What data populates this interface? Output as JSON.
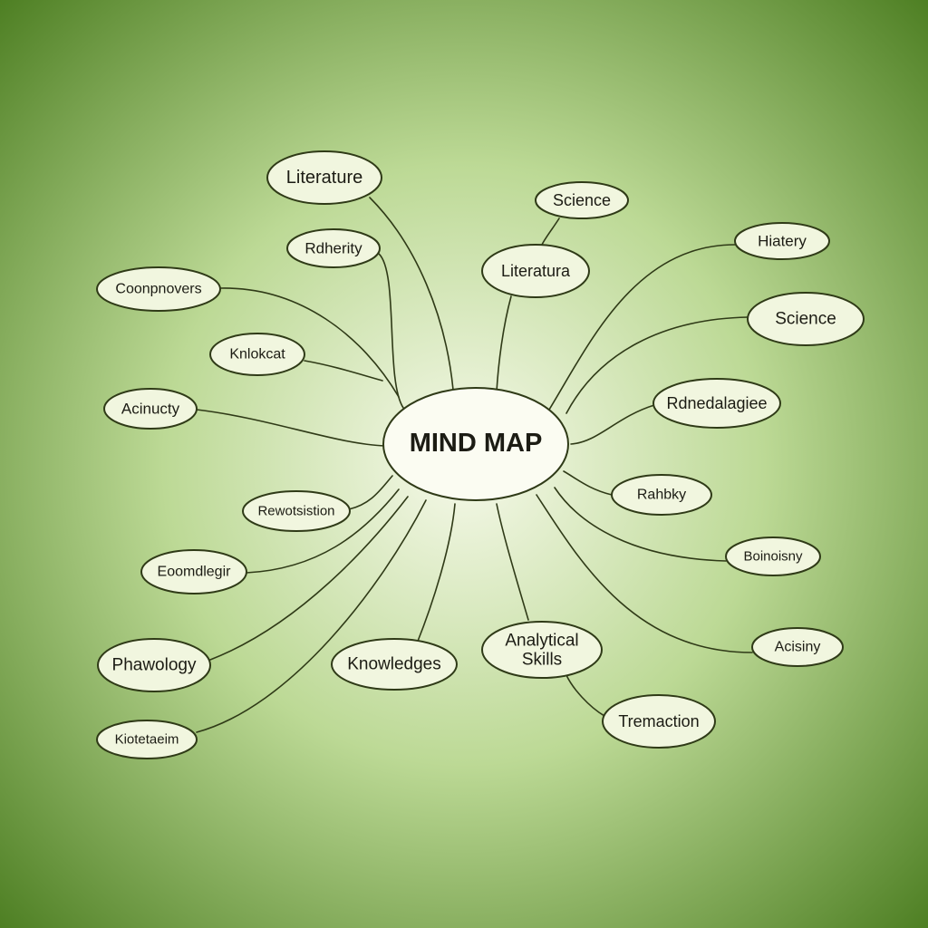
{
  "colors": {
    "background_center": "#f6f9ea",
    "background_mid": "#bcd995",
    "background_edge": "#4a7c1f",
    "line": "#2f3a17",
    "node_fill": "#f1f6df",
    "center_fill": "#fbfcf2",
    "text": "#1c1c14"
  },
  "center": {
    "id": "mind-map",
    "label": "MIND MAP"
  },
  "nodes": [
    {
      "id": "literature-top",
      "label": "Literature"
    },
    {
      "id": "rdherity",
      "label": "Rdherity"
    },
    {
      "id": "coonpnovers",
      "label": "Coonpnovers"
    },
    {
      "id": "knlokcat",
      "label": "Knlokcat"
    },
    {
      "id": "acinucty",
      "label": "Acinucty"
    },
    {
      "id": "rewotsistion",
      "label": "Rewotsistion"
    },
    {
      "id": "eoomdlegir",
      "label": "Eoomdlegir"
    },
    {
      "id": "phawology",
      "label": "Phawology"
    },
    {
      "id": "kiotetaeim",
      "label": "Kiotetaeim"
    },
    {
      "id": "knowledges",
      "label": "Knowledges"
    },
    {
      "id": "analytical-skills",
      "label": "Analytical Skills"
    },
    {
      "id": "tremaction",
      "label": "Tremaction"
    },
    {
      "id": "acisiny",
      "label": "Acisiny"
    },
    {
      "id": "boinoisny",
      "label": "Boinoisny"
    },
    {
      "id": "rahbky",
      "label": "Rahbky"
    },
    {
      "id": "rdnedalagiee",
      "label": "Rdnedalagiee"
    },
    {
      "id": "science-right",
      "label": "Science"
    },
    {
      "id": "hiatery",
      "label": "Hiatery"
    },
    {
      "id": "science-top",
      "label": "Science"
    },
    {
      "id": "literatura",
      "label": "Literatura"
    }
  ]
}
